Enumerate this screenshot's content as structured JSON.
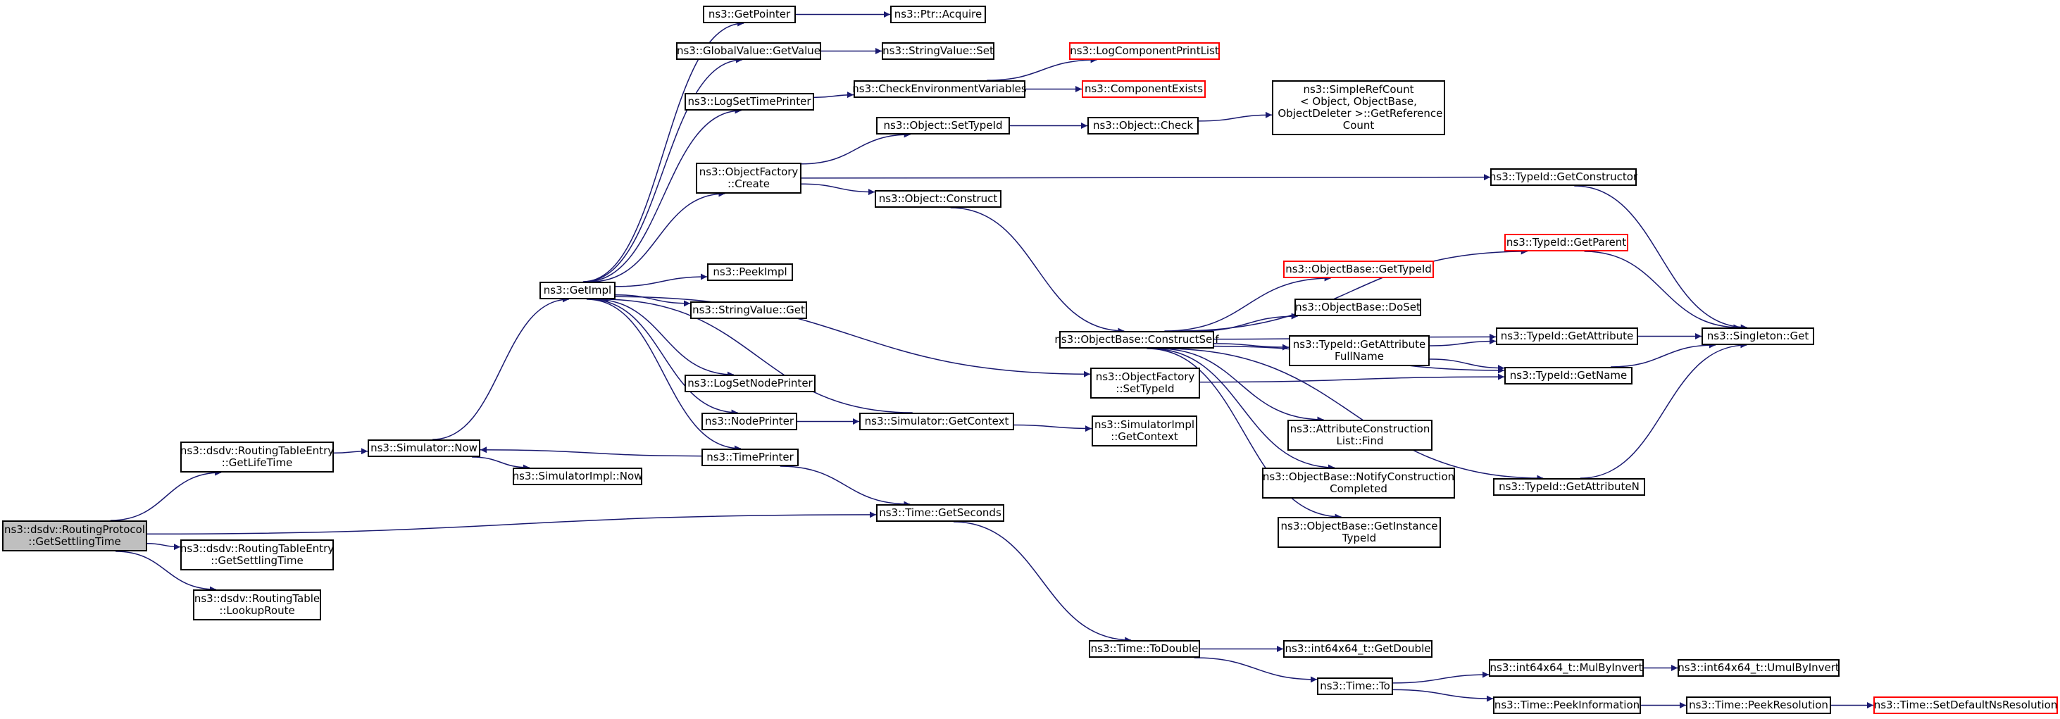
{
  "graph": {
    "edge_color": "#191970",
    "nodes": [
      {
        "id": "root",
        "label": "ns3::dsdv::RoutingProtocol\n::GetSettlingTime",
        "type": "root"
      },
      {
        "id": "rte_getlifetime",
        "label": "ns3::dsdv::RoutingTableEntry\n::GetLifeTime",
        "type": "normal"
      },
      {
        "id": "rte_getsettling",
        "label": "ns3::dsdv::RoutingTableEntry\n::GetSettlingTime",
        "type": "normal"
      },
      {
        "id": "rt_lookup",
        "label": "ns3::dsdv::RoutingTable\n::LookupRoute",
        "type": "normal"
      },
      {
        "id": "sim_now",
        "label": "ns3::Simulator::Now",
        "type": "normal"
      },
      {
        "id": "simimpl_now",
        "label": "ns3::SimulatorImpl::Now",
        "type": "normal"
      },
      {
        "id": "getimpl",
        "label": "ns3::GetImpl",
        "type": "normal"
      },
      {
        "id": "getpointer",
        "label": "ns3::GetPointer",
        "type": "normal"
      },
      {
        "id": "ptr_acquire",
        "label": "ns3::Ptr::Acquire",
        "type": "normal"
      },
      {
        "id": "gv_getvalue",
        "label": "ns3::GlobalValue::GetValue",
        "type": "normal"
      },
      {
        "id": "sv_set",
        "label": "ns3::StringValue::Set",
        "type": "normal"
      },
      {
        "id": "logsettimeprinter",
        "label": "ns3::LogSetTimePrinter",
        "type": "normal"
      },
      {
        "id": "checkenv",
        "label": "ns3::CheckEnvironmentVariables",
        "type": "normal"
      },
      {
        "id": "logcompprint",
        "label": "ns3::LogComponentPrintList",
        "type": "red"
      },
      {
        "id": "compexists",
        "label": "ns3::ComponentExists",
        "type": "red"
      },
      {
        "id": "of_create",
        "label": "ns3::ObjectFactory\n::Create",
        "type": "normal"
      },
      {
        "id": "obj_settypeid",
        "label": "ns3::Object::SetTypeId",
        "type": "normal"
      },
      {
        "id": "obj_check",
        "label": "ns3::Object::Check",
        "type": "normal"
      },
      {
        "id": "simplerefcount",
        "label": "ns3::SimpleRefCount\n< Object, ObjectBase,\n ObjectDeleter >::GetReference\nCount",
        "type": "normal"
      },
      {
        "id": "tid_getconstructor",
        "label": "ns3::TypeId::GetConstructor",
        "type": "normal"
      },
      {
        "id": "obj_construct",
        "label": "ns3::Object::Construct",
        "type": "normal"
      },
      {
        "id": "tid_getparent",
        "label": "ns3::TypeId::GetParent",
        "type": "red"
      },
      {
        "id": "ob_gettypeid",
        "label": "ns3::ObjectBase::GetTypeId",
        "type": "red"
      },
      {
        "id": "ob_doset",
        "label": "ns3::ObjectBase::DoSet",
        "type": "normal"
      },
      {
        "id": "ob_constructself",
        "label": "ns3::ObjectBase::ConstructSelf",
        "type": "normal"
      },
      {
        "id": "tid_getattrfullname",
        "label": "ns3::TypeId::GetAttribute\nFullName",
        "type": "normal"
      },
      {
        "id": "tid_getattribute",
        "label": "ns3::TypeId::GetAttribute",
        "type": "normal"
      },
      {
        "id": "singleton_get",
        "label": "ns3::Singleton::Get",
        "type": "normal"
      },
      {
        "id": "tid_getname",
        "label": "ns3::TypeId::GetName",
        "type": "normal"
      },
      {
        "id": "peekimpl",
        "label": "ns3::PeekImpl",
        "type": "normal"
      },
      {
        "id": "sv_get",
        "label": "ns3::StringValue::Get",
        "type": "normal"
      },
      {
        "id": "logsetnodeprinter",
        "label": "ns3::LogSetNodePrinter",
        "type": "normal"
      },
      {
        "id": "nodeprinter",
        "label": "ns3::NodePrinter",
        "type": "normal"
      },
      {
        "id": "sim_getcontext",
        "label": "ns3::Simulator::GetContext",
        "type": "normal"
      },
      {
        "id": "of_settypeid",
        "label": "ns3::ObjectFactory\n::SetTypeId",
        "type": "normal"
      },
      {
        "id": "simimpl_getcontext",
        "label": "ns3::SimulatorImpl\n::GetContext",
        "type": "normal"
      },
      {
        "id": "attrconstr_find",
        "label": "ns3::AttributeConstruction\nList::Find",
        "type": "normal"
      },
      {
        "id": "ob_notify",
        "label": "ns3::ObjectBase::NotifyConstruction\nCompleted",
        "type": "normal"
      },
      {
        "id": "ob_getinstance",
        "label": "ns3::ObjectBase::GetInstance\nTypeId",
        "type": "normal"
      },
      {
        "id": "tid_getattributen",
        "label": "ns3::TypeId::GetAttributeN",
        "type": "normal"
      },
      {
        "id": "timeprinter",
        "label": "ns3::TimePrinter",
        "type": "normal"
      },
      {
        "id": "time_getseconds",
        "label": "ns3::Time::GetSeconds",
        "type": "normal"
      },
      {
        "id": "time_todouble",
        "label": "ns3::Time::ToDouble",
        "type": "normal"
      },
      {
        "id": "i64_getdouble",
        "label": "ns3::int64x64_t::GetDouble",
        "type": "normal"
      },
      {
        "id": "time_to",
        "label": "ns3::Time::To",
        "type": "normal"
      },
      {
        "id": "i64_mulbyinvert",
        "label": "ns3::int64x64_t::MulByInvert",
        "type": "normal"
      },
      {
        "id": "i64_umulbyinvert",
        "label": "ns3::int64x64_t::UmulByInvert",
        "type": "normal"
      },
      {
        "id": "time_peekinformation",
        "label": "ns3::Time::PeekInformation",
        "type": "normal"
      },
      {
        "id": "time_peekresolution",
        "label": "ns3::Time::PeekResolution",
        "type": "normal"
      },
      {
        "id": "time_setdefaultns",
        "label": "ns3::Time::SetDefaultNsResolution",
        "type": "red"
      }
    ],
    "edges": [
      [
        "root",
        "rte_getlifetime"
      ],
      [
        "root",
        "time_getseconds"
      ],
      [
        "root",
        "rte_getsettling"
      ],
      [
        "root",
        "rt_lookup"
      ],
      [
        "rte_getlifetime",
        "sim_now"
      ],
      [
        "sim_now",
        "getimpl"
      ],
      [
        "sim_now",
        "simimpl_now"
      ],
      [
        "getimpl",
        "getpointer"
      ],
      [
        "getimpl",
        "gv_getvalue"
      ],
      [
        "getimpl",
        "logsettimeprinter"
      ],
      [
        "getimpl",
        "of_create"
      ],
      [
        "getimpl",
        "peekimpl"
      ],
      [
        "getimpl",
        "sv_get"
      ],
      [
        "getimpl",
        "logsetnodeprinter"
      ],
      [
        "getimpl",
        "nodeprinter"
      ],
      [
        "getimpl",
        "timeprinter"
      ],
      [
        "getimpl",
        "of_settypeid"
      ],
      [
        "getpointer",
        "ptr_acquire"
      ],
      [
        "gv_getvalue",
        "sv_set"
      ],
      [
        "logsettimeprinter",
        "checkenv"
      ],
      [
        "checkenv",
        "logcompprint"
      ],
      [
        "checkenv",
        "compexists"
      ],
      [
        "of_create",
        "obj_settypeid"
      ],
      [
        "of_create",
        "tid_getconstructor"
      ],
      [
        "of_create",
        "obj_construct"
      ],
      [
        "obj_settypeid",
        "obj_check"
      ],
      [
        "obj_check",
        "simplerefcount"
      ],
      [
        "tid_getconstructor",
        "singleton_get"
      ],
      [
        "obj_construct",
        "ob_constructself"
      ],
      [
        "ob_constructself",
        "tid_getparent"
      ],
      [
        "ob_constructself",
        "ob_gettypeid"
      ],
      [
        "ob_constructself",
        "ob_doset"
      ],
      [
        "ob_constructself",
        "tid_getattrfullname"
      ],
      [
        "ob_constructself",
        "tid_getattribute"
      ],
      [
        "ob_constructself",
        "tid_getname"
      ],
      [
        "ob_constructself",
        "attrconstr_find"
      ],
      [
        "ob_constructself",
        "ob_notify"
      ],
      [
        "ob_constructself",
        "ob_getinstance"
      ],
      [
        "ob_constructself",
        "tid_getattributen"
      ],
      [
        "tid_getparent",
        "singleton_get"
      ],
      [
        "tid_getattrfullname",
        "tid_getattribute"
      ],
      [
        "tid_getattrfullname",
        "tid_getname"
      ],
      [
        "tid_getattribute",
        "singleton_get"
      ],
      [
        "tid_getname",
        "singleton_get"
      ],
      [
        "tid_getattributen",
        "singleton_get"
      ],
      [
        "of_settypeid",
        "tid_getname"
      ],
      [
        "nodeprinter",
        "sim_getcontext"
      ],
      [
        "sim_getcontext",
        "getimpl"
      ],
      [
        "sim_getcontext",
        "simimpl_getcontext"
      ],
      [
        "timeprinter",
        "sim_now"
      ],
      [
        "timeprinter",
        "time_getseconds"
      ],
      [
        "time_getseconds",
        "time_todouble"
      ],
      [
        "time_todouble",
        "i64_getdouble"
      ],
      [
        "time_todouble",
        "time_to"
      ],
      [
        "time_to",
        "i64_mulbyinvert"
      ],
      [
        "time_to",
        "time_peekinformation"
      ],
      [
        "i64_mulbyinvert",
        "i64_umulbyinvert"
      ],
      [
        "time_peekinformation",
        "time_peekresolution"
      ],
      [
        "time_peekresolution",
        "time_setdefaultns"
      ]
    ]
  }
}
